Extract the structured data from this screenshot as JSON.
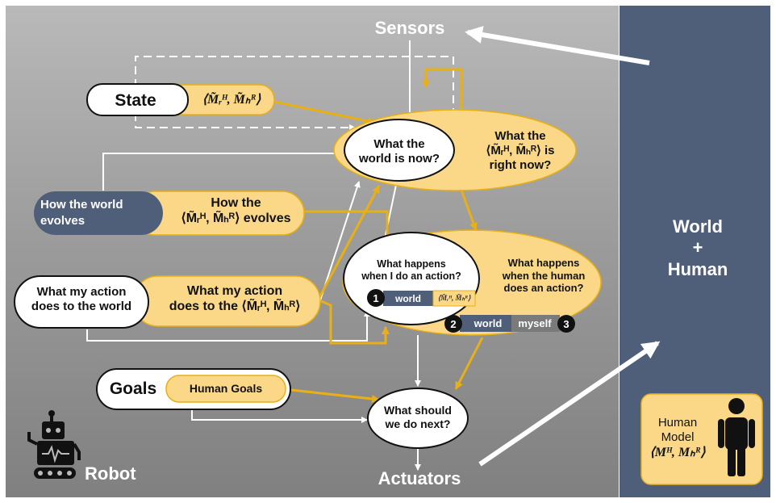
{
  "sensors": "Sensors",
  "actuators": "Actuators",
  "robot": "Robot",
  "world_human": {
    "line1": "World",
    "line2": "+",
    "line3": "Human"
  },
  "state": {
    "label": "State",
    "model": "⟨M̃ᵣᴴ, M̃ₕᴿ⟩"
  },
  "how_world_evolves": {
    "label": "How the world evolves",
    "model_line1": "How the",
    "model_line2": "⟨M̃ᵣᴴ, M̃ₕᴿ⟩ evolves"
  },
  "action_does": {
    "label_line1": "What my action",
    "label_line2": "does to the world",
    "model_line1": "What my action",
    "model_line2": "does to the ⟨M̃ᵣᴴ, M̃ₕᴿ⟩"
  },
  "goals": {
    "label": "Goals",
    "human_goals": "Human Goals"
  },
  "world_now": {
    "label_line1": "What the",
    "label_line2": "world is now?",
    "model_line1": "What the",
    "model_line2": "⟨M̃ᵣᴴ, M̃ₕᴿ⟩ is",
    "model_line3": "right now?"
  },
  "happens": {
    "label_line1": "What happens",
    "label_line2": "when I do an action?",
    "model_line1": "What happens",
    "model_line2": "when the human",
    "model_line3": "does an action?",
    "num1": "1",
    "tag_world": "world",
    "tag_model": "⟨M̃ᵣᴴ, M̃ₕᴿ⟩",
    "num2": "2",
    "tag_world2": "world",
    "tag_myself": "myself",
    "num3": "3"
  },
  "next": {
    "line1": "What should",
    "line2": "we do next?"
  },
  "human_model": {
    "line1": "Human",
    "line2": "Model",
    "line3": "⟨Mᴴ, Mₕᴿ⟩"
  },
  "colors": {
    "gold": "#f5c542",
    "gold_light": "#fad888",
    "navy": "#4f5f7a",
    "arrow_gold": "#e8b015"
  }
}
